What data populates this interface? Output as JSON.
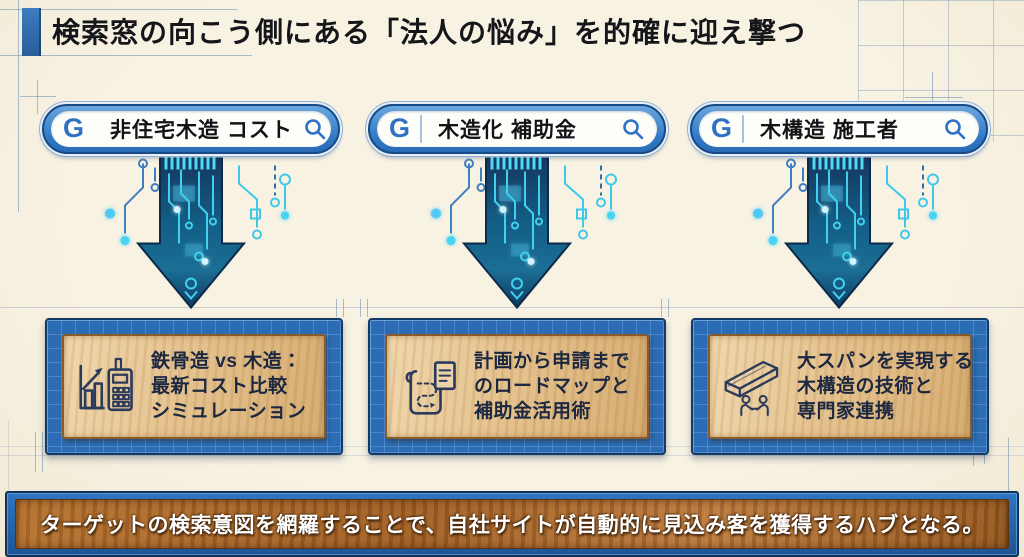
{
  "header": {
    "title": "検索窓の向こう側にある「法人の悩み」を的確に迎え撃つ"
  },
  "search_bars": [
    {
      "engine_logo": "G",
      "query": "非住宅木造 コスト"
    },
    {
      "engine_logo": "G",
      "query": "木造化 補助金"
    },
    {
      "engine_logo": "G",
      "query": "木構造 施工者"
    }
  ],
  "result_cards": [
    {
      "icon": "cost-chart-calculator-icon",
      "lines": [
        "鉄骨造 vs 木造：",
        "最新コスト比較",
        "シミュレーション"
      ]
    },
    {
      "icon": "roadmap-scroll-icon",
      "lines": [
        "計画から申請まで",
        "のロードマップと",
        "補助金活用術"
      ]
    },
    {
      "icon": "timber-beam-handshake-icon",
      "lines": [
        "大スパンを実現する",
        "木構造の技術と",
        "専門家連携"
      ]
    }
  ],
  "bottom_banner": {
    "text": "ターゲットの検索意図を網羅することで、自社サイトが自動的に見込み客を獲得するハブとなる。"
  },
  "colors": {
    "paper": "#f6f0e0",
    "primary_blue": "#2b6cb4",
    "deep_navy": "#123a66",
    "circuit_cyan": "#41d0f0",
    "wood_light": "#e3c08b",
    "wood_brown": "#a9682c",
    "ink": "#15161a"
  }
}
